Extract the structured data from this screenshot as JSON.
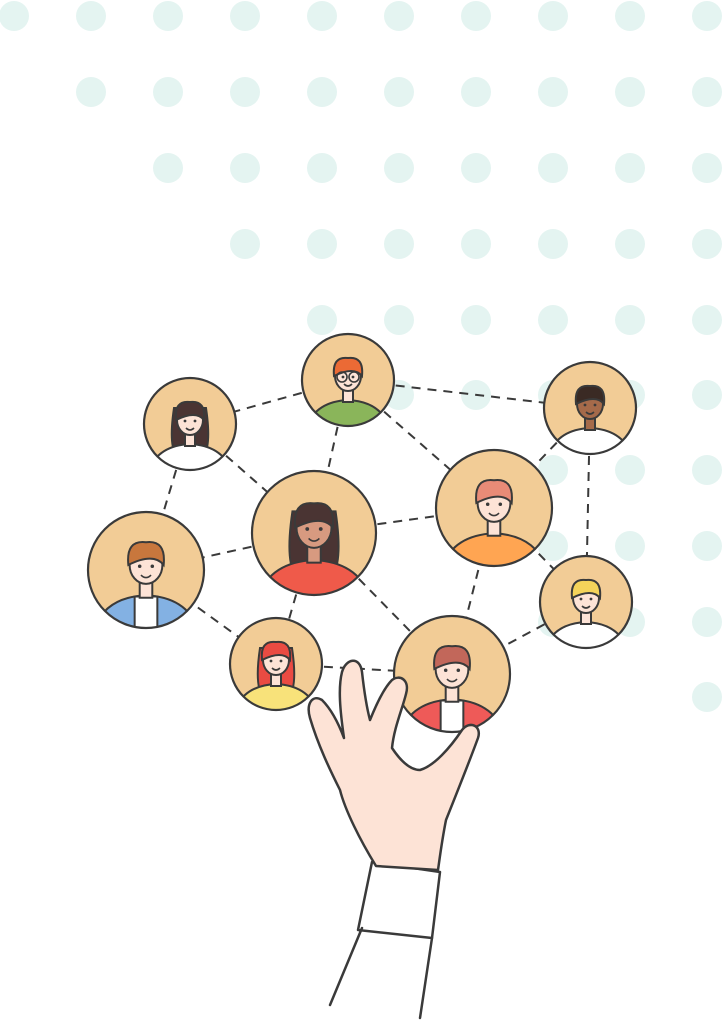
{
  "colors": {
    "background": "#ffffff",
    "dots": "#e4f4f1",
    "outline": "#3a3a3a",
    "avatar_bg": "#f2cc96",
    "skin": "#fde3d6",
    "connector": "#3a3a3a"
  },
  "people": [
    {
      "id": "p1",
      "hair": "#eb6a35",
      "shirt": "#8ab55a",
      "glasses": true
    },
    {
      "id": "p2",
      "hair": "#4a3433",
      "shirt": "#ffffff",
      "long_hair": true
    },
    {
      "id": "p3",
      "hair": "#3a2a24",
      "shirt": "#ffffff",
      "skin": "#a56a4a"
    },
    {
      "id": "p4",
      "hair": "#4a3433",
      "shirt": "#ef5a4a",
      "long_hair": true,
      "skin": "#d79a80"
    },
    {
      "id": "p5",
      "hair": "#e98b77",
      "shirt": "#ffa552"
    },
    {
      "id": "p6",
      "hair": "#c8773d",
      "shirt": "#83b1e3",
      "inner": "#ffffff"
    },
    {
      "id": "p7",
      "hair": "#f4d35a",
      "shirt": "#ffffff"
    },
    {
      "id": "p8",
      "hair": "#ea4b42",
      "shirt": "#f8e27a",
      "long_hair": true
    },
    {
      "id": "p9",
      "hair": "#c2675a",
      "shirt": "#ee5a58",
      "inner": "#ffffff"
    }
  ],
  "connections": [
    [
      "p1",
      "p2"
    ],
    [
      "p1",
      "p3"
    ],
    [
      "p1",
      "p4"
    ],
    [
      "p1",
      "p5"
    ],
    [
      "p2",
      "p4"
    ],
    [
      "p2",
      "p6"
    ],
    [
      "p3",
      "p5"
    ],
    [
      "p3",
      "p7"
    ],
    [
      "p4",
      "p5"
    ],
    [
      "p4",
      "p6"
    ],
    [
      "p4",
      "p8"
    ],
    [
      "p4",
      "p9"
    ],
    [
      "p5",
      "p7"
    ],
    [
      "p5",
      "p9"
    ],
    [
      "p6",
      "p8"
    ],
    [
      "p8",
      "p9"
    ],
    [
      "p9",
      "p7"
    ]
  ]
}
